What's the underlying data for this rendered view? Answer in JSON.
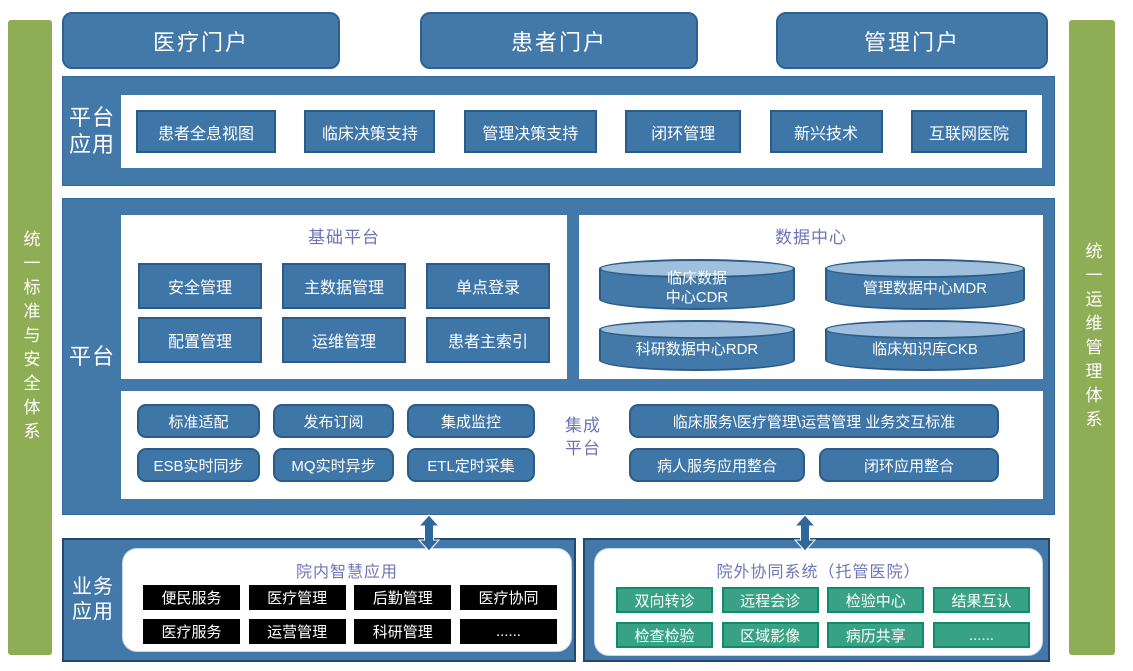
{
  "side_bars": {
    "left": "统一标准与安全体系",
    "right": "统一运维管理体系"
  },
  "portals": [
    "医疗门户",
    "患者门户",
    "管理门户"
  ],
  "platform_apps": {
    "label_line1": "平台",
    "label_line2": "应用",
    "buttons": [
      "患者全息视图",
      "临床决策支持",
      "管理决策支持",
      "闭环管理",
      "新兴技术",
      "互联网医院"
    ]
  },
  "platform": {
    "label": "平台",
    "base": {
      "title": "基础平台",
      "buttons": [
        "安全管理",
        "主数据管理",
        "单点登录",
        "配置管理",
        "运维管理",
        "患者主索引"
      ]
    },
    "data_center": {
      "title": "数据中心",
      "cylinders": [
        {
          "line1": "临床数据",
          "line2": "中心CDR"
        },
        {
          "line1": "管理数据中心MDR",
          "line2": ""
        },
        {
          "line1": "科研数据中心RDR",
          "line2": ""
        },
        {
          "line1": "临床知识库CKB",
          "line2": ""
        }
      ]
    },
    "integration": {
      "label_line1": "集成",
      "label_line2": "平台",
      "left_buttons": [
        "标准适配",
        "发布订阅",
        "集成监控",
        "ESB实时同步",
        "MQ实时异步",
        "ETL定时采集"
      ],
      "wide_button": "临床服务\\医疗管理\\运营管理 业务交互标准",
      "right_buttons": [
        "病人服务应用整合",
        "闭环应用整合"
      ]
    }
  },
  "business": {
    "label_line1": "业务",
    "label_line2": "应用",
    "internal": {
      "title": "院内智慧应用",
      "buttons": [
        "便民服务",
        "医疗管理",
        "后勤管理",
        "医疗协同",
        "医疗服务",
        "运营管理",
        "科研管理",
        "......"
      ]
    },
    "external": {
      "title": "院外协同系统（托管医院）",
      "buttons": [
        "双向转诊",
        "远程会诊",
        "检验中心",
        "结果互认",
        "检查检验",
        "区域影像",
        "病历共享",
        "......"
      ]
    }
  },
  "colors": {
    "steel_blue": "#4379a9",
    "button_blue": "#3f76a8",
    "navy_border": "#2b5c87",
    "dark_outline": "#23486e",
    "title_purple": "#6f74b8",
    "olive_green": "#8fad55",
    "teal_green": "#3aa284",
    "teal_border": "#0f8b6e",
    "black_button": "#000000",
    "cylinder_top": "#9fbfdd"
  }
}
